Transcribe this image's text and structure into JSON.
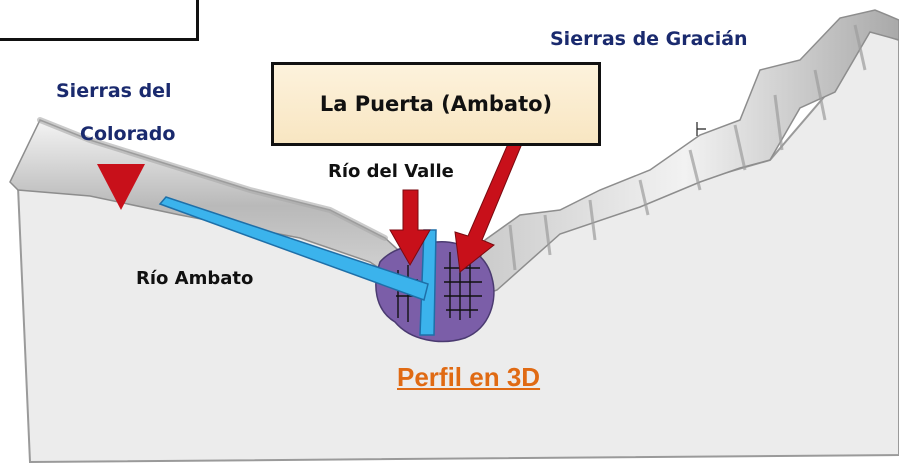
{
  "labels": {
    "sierras_colorado": [
      "Sierras del",
      "Colorado"
    ],
    "sierras_gracian": "Sierras de Gracián",
    "la_puerta": "La Puerta (Ambato)",
    "rio_valle": "Río del Valle",
    "rio_ambato": "Río Ambato",
    "perfil": "Perfil en 3D"
  },
  "colors": {
    "terrain_fill": "#ececec",
    "terrain_ridge": "#bdbdbd",
    "river": "#3bb3ec",
    "basin": "#7b5ea8",
    "arrow_red": "#c8101a",
    "label_navy": "#1a2a6e",
    "perfil_orange": "#e06a13"
  }
}
